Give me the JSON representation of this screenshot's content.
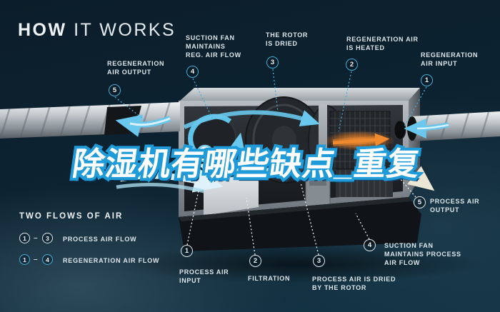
{
  "title": {
    "bold": "HOW",
    "light": "IT WORKS"
  },
  "banner": {
    "text": "除湿机有哪些缺点_重复"
  },
  "colors": {
    "accent_blue": "#45aed8",
    "label_white": "#dfe7ea",
    "heater_orange": "#f08a2e",
    "background_navy": "#0d2331"
  },
  "callouts": {
    "regeneration": [
      {
        "num": "5",
        "label": "REGENERATION\nAIR OUTPUT"
      },
      {
        "num": "4",
        "label": "SUCTION FAN\nMAINTAINS\nREG. AIR FLOW"
      },
      {
        "num": "3",
        "label": "THE ROTOR\nIS DRIED"
      },
      {
        "num": "2",
        "label": "REGENERATION AIR\nIS HEATED"
      },
      {
        "num": "1",
        "label": "REGENERATION\nAIR INPUT"
      }
    ],
    "process": [
      {
        "num": "1",
        "label": "PROCESS AIR\nINPUT"
      },
      {
        "num": "2",
        "label": "FILTRATION"
      },
      {
        "num": "3",
        "label": "PROCESS AIR IS DRIED\nBY THE ROTOR"
      },
      {
        "num": "4",
        "label": "SUCTION FAN\nMAINTAINS PROCESS\nAIR FLOW"
      },
      {
        "num": "5",
        "label": "PROCESS AIR\nOUTPUT"
      }
    ]
  },
  "legend": {
    "title": "TWO FLOWS OF AIR",
    "rows": [
      {
        "from": "1",
        "dash": "–",
        "to": "3",
        "label": "PROCESS AIR FLOW"
      },
      {
        "from": "1",
        "dash": "–",
        "to": "4",
        "label": "REGENERATION AIR FLOW"
      }
    ]
  }
}
